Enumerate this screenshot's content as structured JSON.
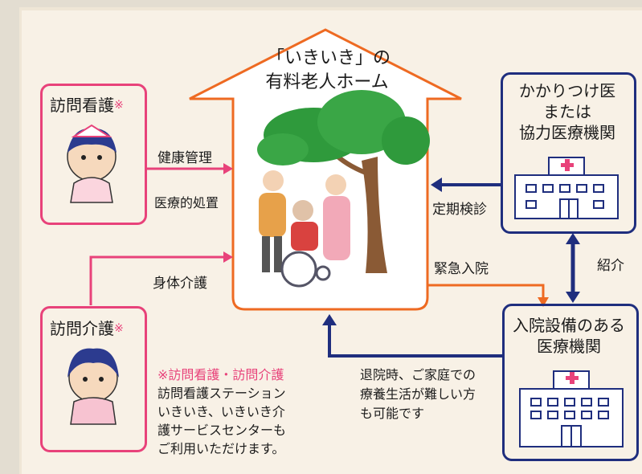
{
  "home": {
    "title_line1": "「いきいき」の",
    "title_line2": "有料老人ホーム"
  },
  "visiting_nurse": {
    "label": "訪問看護",
    "mark": "※"
  },
  "visiting_care": {
    "label": "訪問介護",
    "mark": "※"
  },
  "family_doctor": {
    "line1": "かかりつけ医",
    "line2": "または",
    "line3": "協力医療機関"
  },
  "hospital": {
    "line1": "入院設備のある",
    "line2": "医療機関"
  },
  "arrows": {
    "health_management": "健康管理",
    "medical_treatment": "医療的処置",
    "body_care": "身体介護",
    "regular_checkup": "定期検診",
    "emergency_admission": "緊急入院",
    "referral": "紹介"
  },
  "discharge_note": {
    "line1": "退院時、ご家庭での",
    "line2": "療養生活が難しい方",
    "line3": "も可能です"
  },
  "footnote": {
    "line1": "※訪問看護・訪問介護",
    "line2": "訪問看護ステーション",
    "line3": "いきいき、いきいき介",
    "line4": "護サービスセンターも",
    "line5": "ご利用いただけます。"
  },
  "colors": {
    "pink": "#e8427a",
    "orange": "#ee6a22",
    "navy": "#1f2e7e"
  }
}
